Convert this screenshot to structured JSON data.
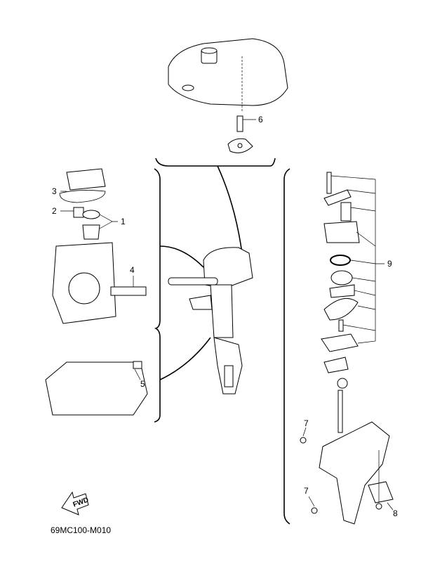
{
  "diagram": {
    "callouts": [
      "1",
      "2",
      "3",
      "4",
      "5",
      "6",
      "7",
      "7",
      "8",
      "9"
    ],
    "fwd_label": "FWD",
    "diagram_code": "69MC100-M010"
  }
}
